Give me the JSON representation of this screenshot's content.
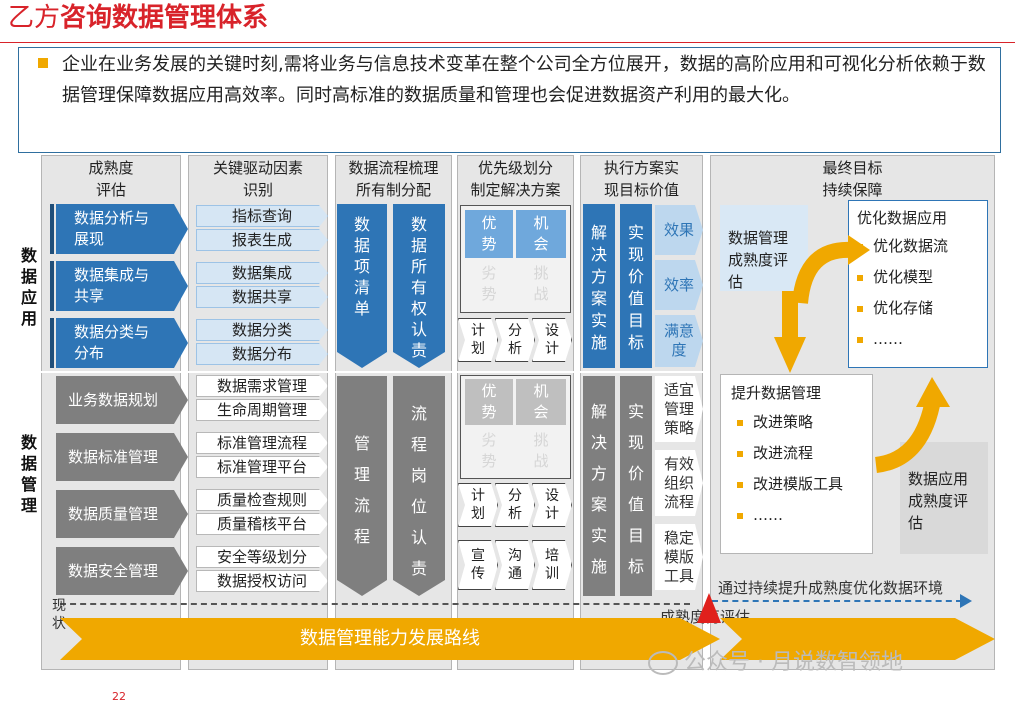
{
  "title": {
    "prefix": "乙方",
    "main": "咨询数据管理体系"
  },
  "intro": "企业在业务发展的关键时刻,需将业务与信息技术变革在整个公司全方位展开，数据的高阶应用和可视化分析依赖于数据管理保障数据应用高效率。同时高标准的数据质量和管理也会促进数据资产利用的最大化。",
  "row_labels": {
    "data_app": [
      "数",
      "据",
      "应",
      "用"
    ],
    "data_mgmt": [
      "数",
      "据",
      "管",
      "理"
    ]
  },
  "columns": {
    "maturity": [
      "成熟度",
      "评估"
    ],
    "drivers": [
      "关键驱动因素",
      "识别"
    ],
    "process": [
      "数据流程梳理",
      "所有制分配"
    ],
    "priority": [
      "优先级划分",
      "制定解决方案"
    ],
    "execute": [
      "执行方案实",
      "现目标价值"
    ],
    "goal": [
      "最终目标",
      "持续保障"
    ]
  },
  "maturity_app": [
    [
      "数据分析与",
      "展现"
    ],
    [
      "数据集成与",
      "共享"
    ],
    [
      "数据分类与",
      "分布"
    ]
  ],
  "maturity_mgmt": [
    "业务数据规划",
    "数据标准管理",
    "数据质量管理",
    "数据安全管理"
  ],
  "drivers_app": [
    "指标查询",
    "报表生成",
    "数据集成",
    "数据共享",
    "数据分类",
    "数据分布"
  ],
  "drivers_mgmt": [
    "数据需求管理",
    "生命周期管理",
    "标准管理流程",
    "标准管理平台",
    "质量检查规则",
    "质量稽核平台",
    "安全等级划分",
    "数据授权访问"
  ],
  "process_app": {
    "left": [
      "数",
      "据",
      "项",
      "清",
      "单"
    ],
    "right": [
      "数",
      "据",
      "所",
      "有",
      "权",
      "认",
      "责"
    ]
  },
  "process_mgmt": {
    "left": [
      "管",
      "理",
      "流",
      "程"
    ],
    "right": [
      "流",
      "程",
      "岗",
      "位",
      "认",
      "责"
    ]
  },
  "swot": {
    "s": [
      "优",
      "势"
    ],
    "o": [
      "机",
      "会"
    ],
    "w": [
      "劣",
      "势"
    ],
    "t": [
      "挑",
      "战"
    ]
  },
  "steps_app": [
    [
      "计",
      "划"
    ],
    [
      "分",
      "析"
    ],
    [
      "设",
      "计"
    ]
  ],
  "steps_mgmt1": [
    [
      "计",
      "划"
    ],
    [
      "分",
      "析"
    ],
    [
      "设",
      "计"
    ]
  ],
  "steps_mgmt2": [
    [
      "宣",
      "传"
    ],
    [
      "沟",
      "通"
    ],
    [
      "培",
      "训"
    ]
  ],
  "execute_app": {
    "left": [
      "解",
      "决",
      "方",
      "案",
      "实",
      "施"
    ],
    "right": [
      "实",
      "现",
      "价",
      "值",
      "目",
      "标"
    ]
  },
  "execute_mgmt": {
    "left": [
      "解",
      "决",
      "方",
      "案",
      "实",
      "施"
    ],
    "right": [
      "实",
      "现",
      "价",
      "值",
      "目",
      "标"
    ]
  },
  "results_app": [
    "效果",
    "效率",
    [
      "满意",
      "度"
    ]
  ],
  "results_mgmt": [
    [
      "适宜",
      "管理",
      "策略"
    ],
    [
      "有效",
      "组织",
      "流程"
    ],
    [
      "稳定",
      "模版",
      "工具"
    ]
  ],
  "goal": {
    "maturity_box": [
      "数据管理",
      "成熟度评",
      "估"
    ],
    "optimize_title": "优化数据应用",
    "optimize_items": [
      "优化数据流",
      "优化模型",
      "优化存储",
      "……"
    ],
    "improve_title": "提升数据管理",
    "improve_items": [
      "改进策略",
      "改进流程",
      "改进模版工具",
      "……"
    ],
    "app_maturity_box": [
      "数据应用",
      "成熟度评",
      "估"
    ],
    "continuous": "通过持续提升成熟度优化数据环境",
    "reassess": "成熟度再评估"
  },
  "current": [
    "现",
    "状"
  ],
  "roadmap": "数据管理能力发展路线",
  "watermark": "公众号 · 月说数智领地",
  "page_number": "22",
  "colors": {
    "red": "#d8232a",
    "blue": "#2e75b6",
    "orange": "#f0a800",
    "gray": "#7f7f7f"
  }
}
